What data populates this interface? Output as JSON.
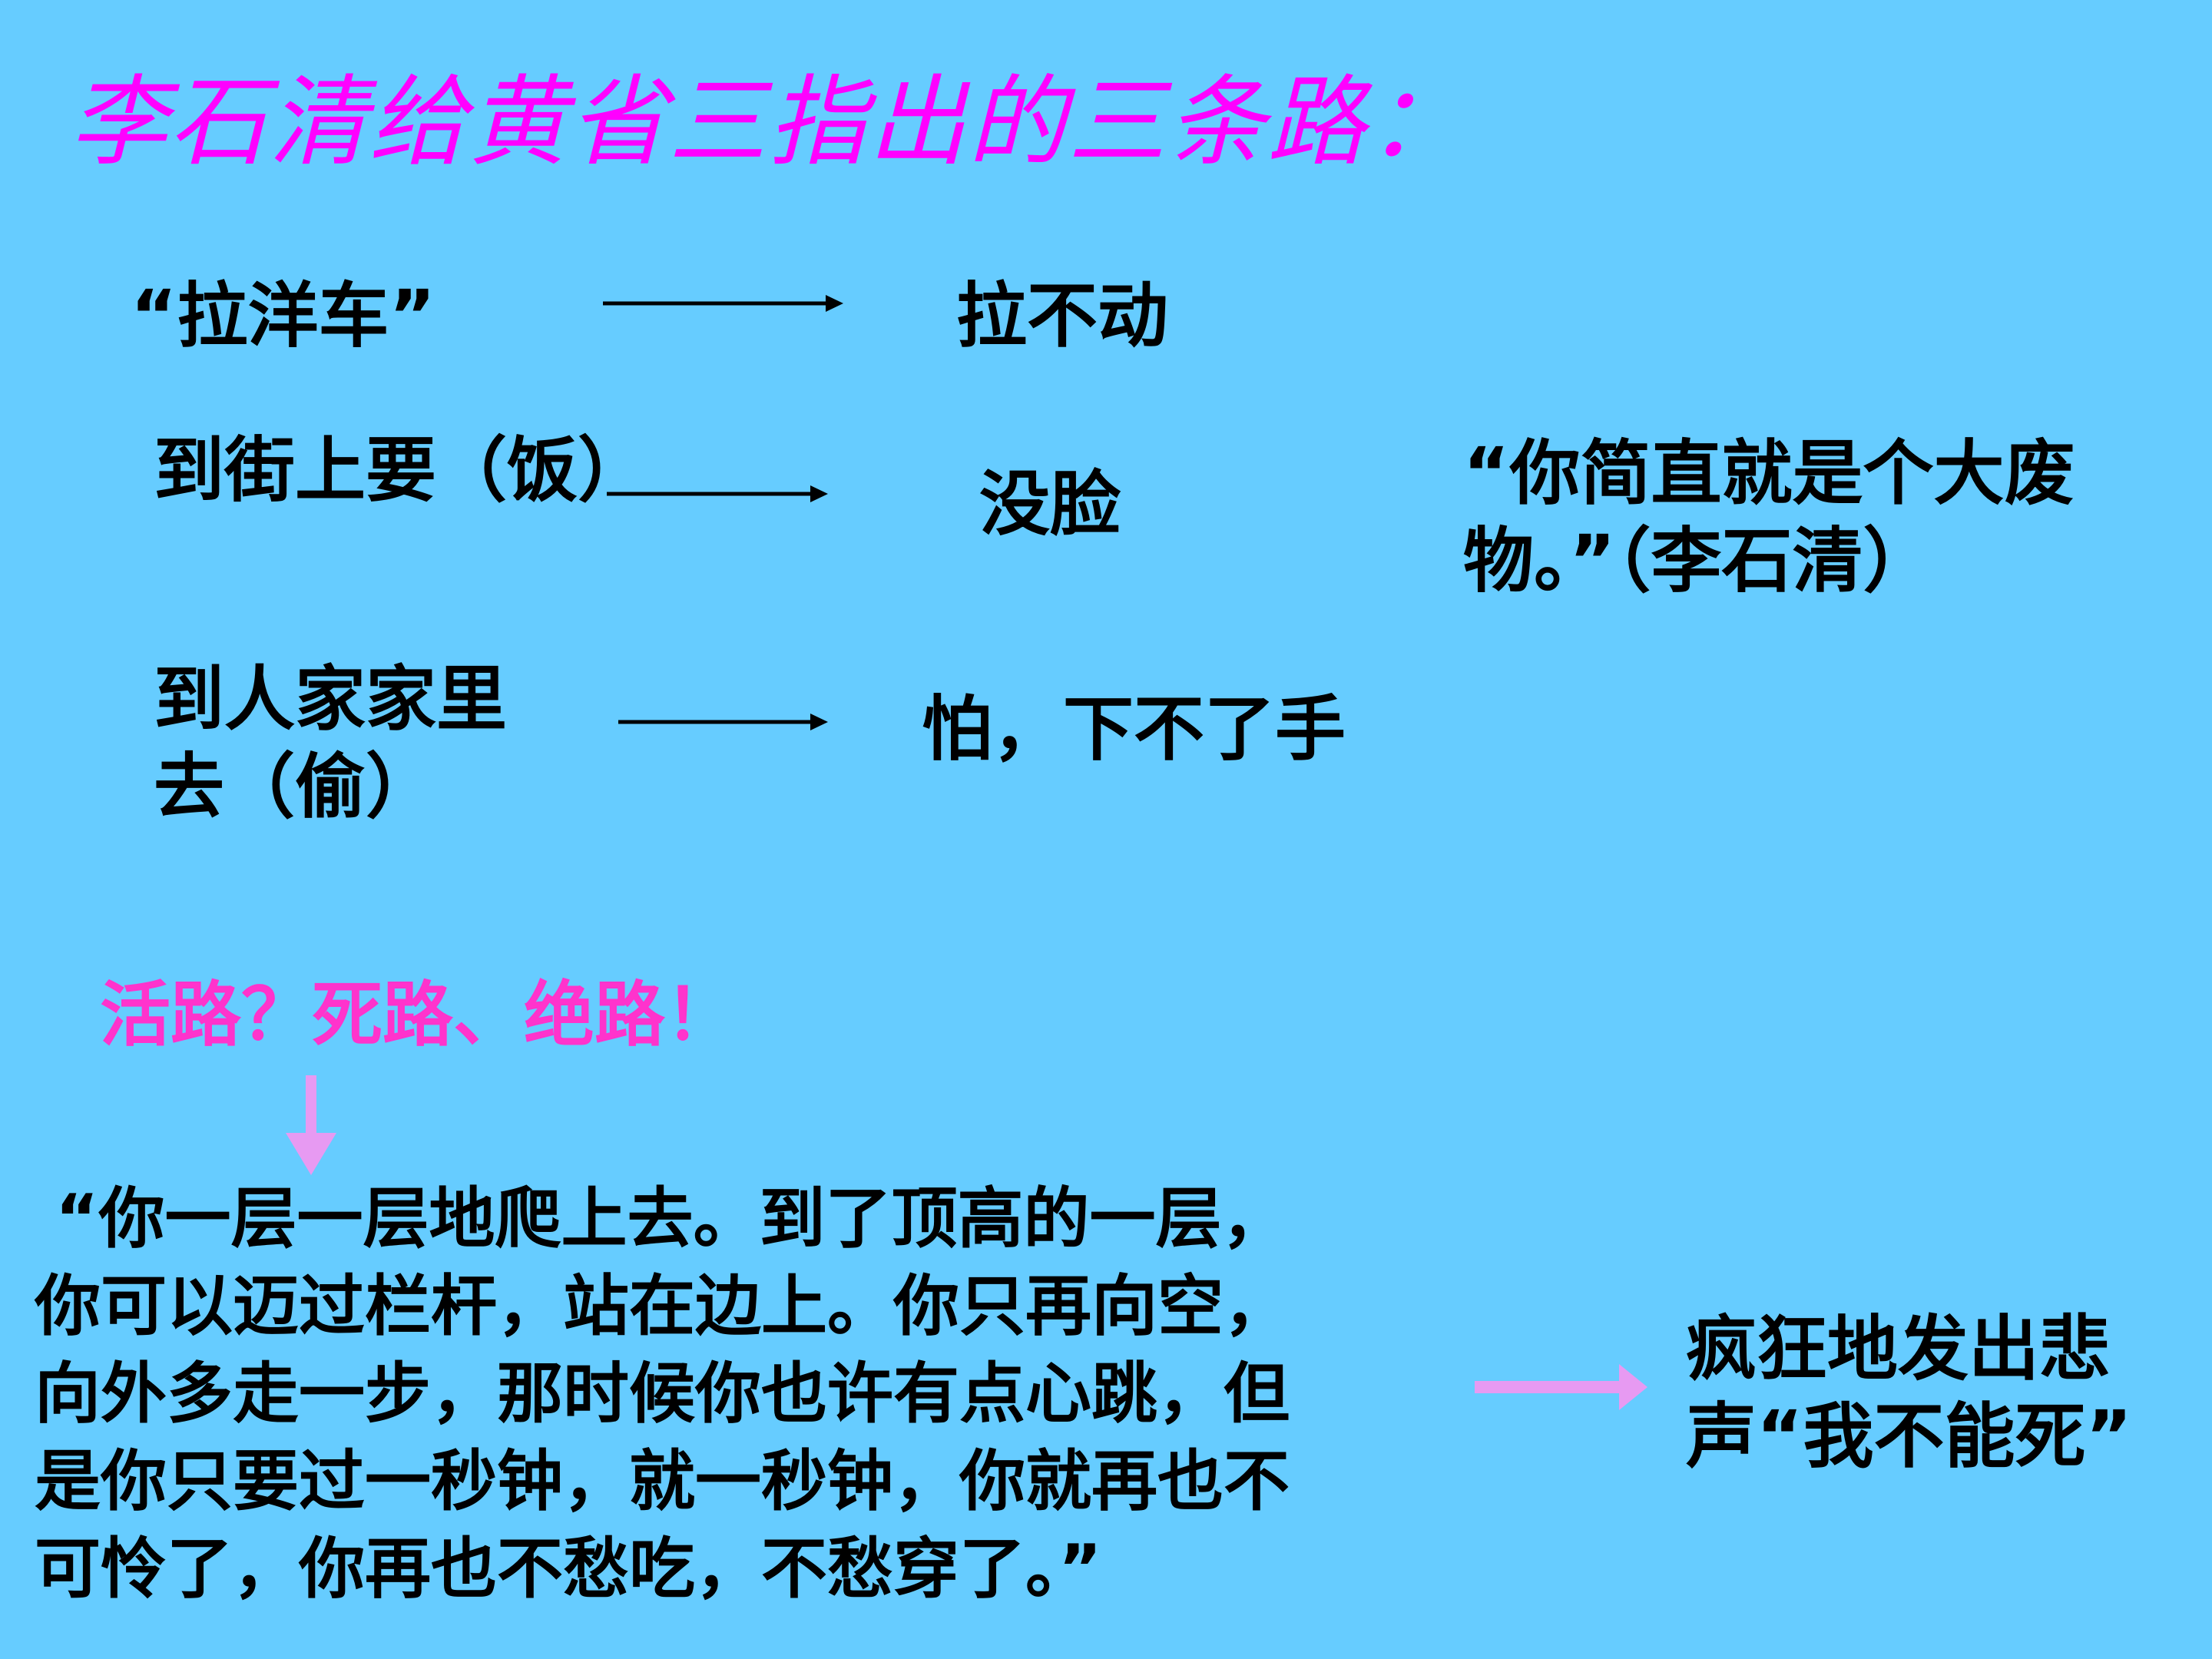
{
  "slide": {
    "title": "李石清给黄省三指出的三条路：",
    "roads": [
      {
        "left": "“拉洋车”",
        "right": "拉不动"
      },
      {
        "left": "到街上要（饭）",
        "right": "没脸"
      },
      {
        "left_line1": "到人家家里",
        "left_line2": "去（偷）",
        "right": "怕，下不了手"
      }
    ],
    "quote_line1": "“你简直就是个大废",
    "quote_line2": "物。”（李石清）",
    "subtitle": "活路？死路、绝路！",
    "paragraph_lines": [
      "“你一层一层地爬上去。到了顶高的一层，",
      "你可以迈过栏杆，站在边上。你只再向空，",
      "向外多走一步，那时候你也许有点心跳，但",
      "是你只要过一秒钟，就一秒钟，你就再也不",
      "可怜了，你再也不愁吃，不愁穿了。”"
    ],
    "result_line1": "疯狂地发出悲",
    "result_line2": "声“我不能死”",
    "colors": {
      "background": "#66ccff",
      "title": "#ff00ff",
      "subtitle": "#ff33cc",
      "pink_arrow": "#e79af2",
      "text": "#000000"
    }
  }
}
